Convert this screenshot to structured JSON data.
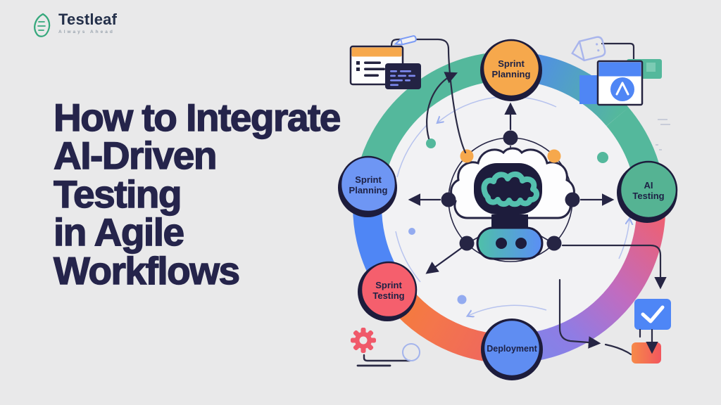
{
  "brand": {
    "name": "Testleaf",
    "tagline": "Always Ahead"
  },
  "title": "How to Integrate\nAI-Driven\nTesting\nin Agile\nWorkflows",
  "colors": {
    "background": "#e9e9ea",
    "inner_disc": "#f2f2f4",
    "ink_navy": "#25244b",
    "ring_teal": "#54b89c",
    "ring_blue": "#4f86f5",
    "ring_coral": "#f25f6b",
    "ring_orange": "#f57d35",
    "ring_purple": "#7c87ea",
    "node_orange": "#f6a84c",
    "node_blue": "#6e96f4",
    "node_teal": "#55b393",
    "node_red": "#f55f6d",
    "logo_green": "#35a87c"
  },
  "diagram": {
    "center_icon": "ai-robot-brain",
    "nodes": [
      {
        "id": "sprint-planning-top",
        "label": "Sprint Planning",
        "lines": [
          "Sprint",
          "Planning"
        ],
        "color": "#f6a84c"
      },
      {
        "id": "sprint-planning-left",
        "label": "Sprint Planning",
        "lines": [
          "Sprint",
          "Planning"
        ],
        "color": "#6e96f4"
      },
      {
        "id": "ai-testing",
        "label": "AI Testing",
        "lines": [
          "AI",
          "Testing"
        ],
        "color": "#55b393"
      },
      {
        "id": "sprint-testing",
        "label": "Sprint Testing",
        "lines": [
          "Sprint",
          "Testing"
        ],
        "color": "#f55f6d"
      },
      {
        "id": "deployment",
        "label": "Deployment",
        "lines": [
          "Deployment"
        ],
        "color": "#5f8df2"
      }
    ],
    "icons": {
      "top_left": [
        "checklist-card",
        "code-terminal",
        "pen"
      ],
      "top_right": [
        "tag",
        "browser-window"
      ],
      "bottom_left": [
        "gear",
        "circle-outline"
      ],
      "bottom_right": [
        "checkbox",
        "package"
      ]
    }
  }
}
